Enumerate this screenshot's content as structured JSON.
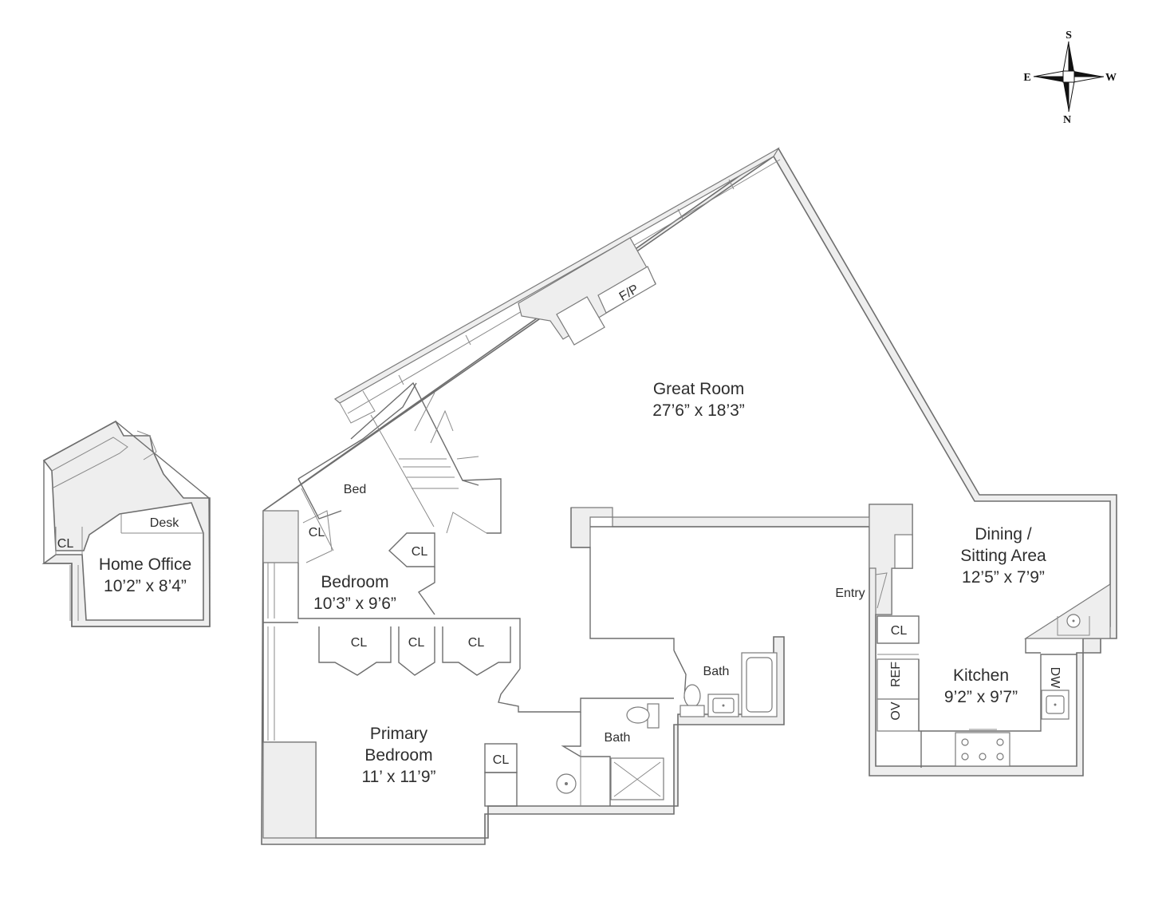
{
  "compass": {
    "top": "S",
    "bottom": "N",
    "left": "E",
    "right": "W"
  },
  "rooms": {
    "great_room": {
      "name": "Great Room",
      "dims": "27’6” x 18’3”"
    },
    "dining": {
      "name_line1": "Dining /",
      "name_line2": "Sitting Area",
      "dims": "12’5” x 7’9”"
    },
    "kitchen": {
      "name": "Kitchen",
      "dims": "9’2” x 9’7”"
    },
    "home_office": {
      "name": "Home Office",
      "dims": "10’2” x 8’4”"
    },
    "bedroom": {
      "name": "Bedroom",
      "dims": "10’3” x 9’6”"
    },
    "primary_bedroom": {
      "name_line1": "Primary",
      "name_line2": "Bedroom",
      "dims": "11’ x 11’9”"
    }
  },
  "labels": {
    "cl": "CL",
    "bed": "Bed",
    "desk": "Desk",
    "bath": "Bath",
    "entry": "Entry",
    "fireplace": "F/P",
    "ref": "REF",
    "oven": "OV",
    "dishwasher": "DW"
  }
}
